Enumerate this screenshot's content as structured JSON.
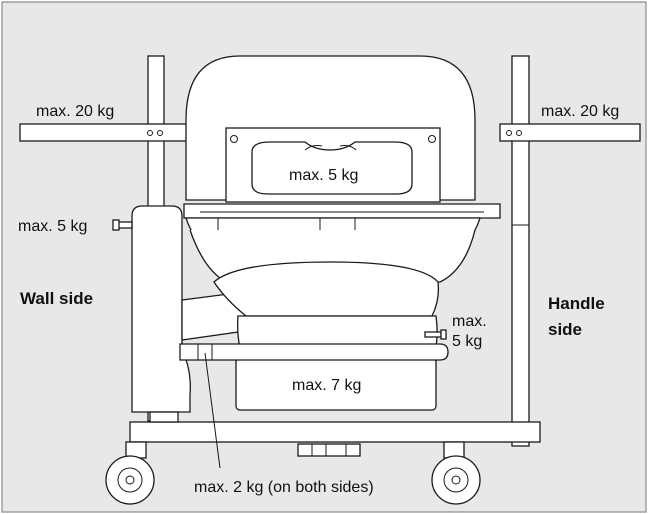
{
  "labels": {
    "left_bar_load": "max. 20 kg",
    "right_bar_load": "max. 20 kg",
    "basket_load": "max. 5 kg",
    "side_hook_load": "max. 5 kg",
    "right_hook_load_line1": "max.",
    "right_hook_load_line2": "5 kg",
    "lower_basket_load": "max. 7 kg",
    "rail_load": "max. 2 kg (on both sides)",
    "wall_side_line1": "Wall side",
    "handle_side_line1": "Handle",
    "handle_side_line2": "side"
  },
  "colors": {
    "background": "#e8e8e8",
    "line": "#1a1a1a",
    "fill": "#ffffff",
    "border": "#8a8a8a"
  }
}
